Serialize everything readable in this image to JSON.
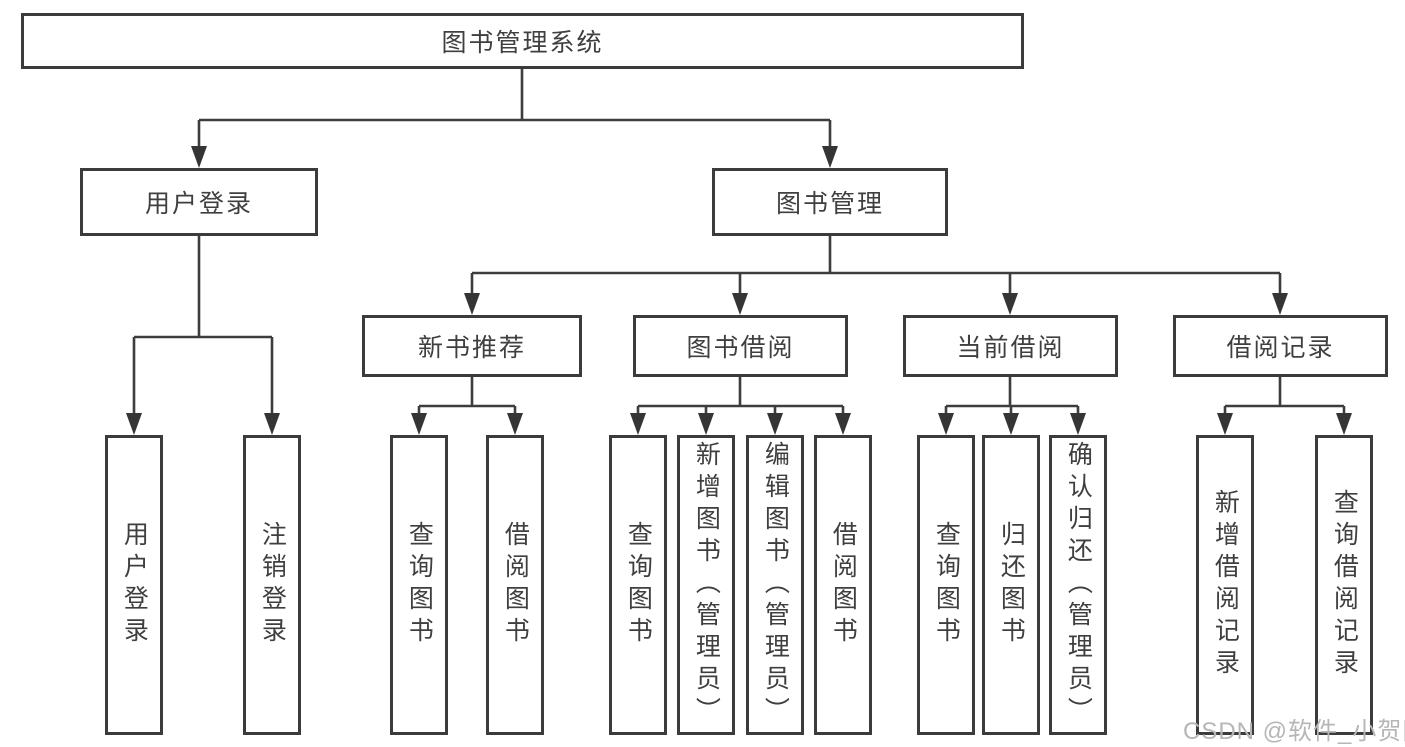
{
  "tree": {
    "root": {
      "label": "图书管理系统"
    },
    "branches": [
      {
        "label": "用户登录",
        "children": [
          {
            "label": "用户登录"
          },
          {
            "label": "注销登录"
          }
        ]
      },
      {
        "label": "图书管理",
        "children": [
          {
            "label": "新书推荐",
            "children": [
              {
                "label": "查询图书"
              },
              {
                "label": "借阅图书"
              }
            ]
          },
          {
            "label": "图书借阅",
            "children": [
              {
                "label": "查询图书"
              },
              {
                "label": "新增图书（管理员）"
              },
              {
                "label": "编辑图书（管理员）"
              },
              {
                "label": "借阅图书"
              }
            ]
          },
          {
            "label": "当前借阅",
            "children": [
              {
                "label": "查询图书"
              },
              {
                "label": "归还图书"
              },
              {
                "label": "确认归还（管理员）"
              }
            ]
          },
          {
            "label": "借阅记录",
            "children": [
              {
                "label": "新增借阅记录"
              },
              {
                "label": "查询借阅记录"
              }
            ]
          }
        ]
      }
    ]
  },
  "watermark": {
    "text": "CSDN @软件_小贺同学"
  },
  "colors": {
    "line": "#3d3d3d",
    "border": "#3b3b3b",
    "text": "#3f3f3f",
    "background": "#ffffff",
    "watermark": "#b6b6b6"
  }
}
